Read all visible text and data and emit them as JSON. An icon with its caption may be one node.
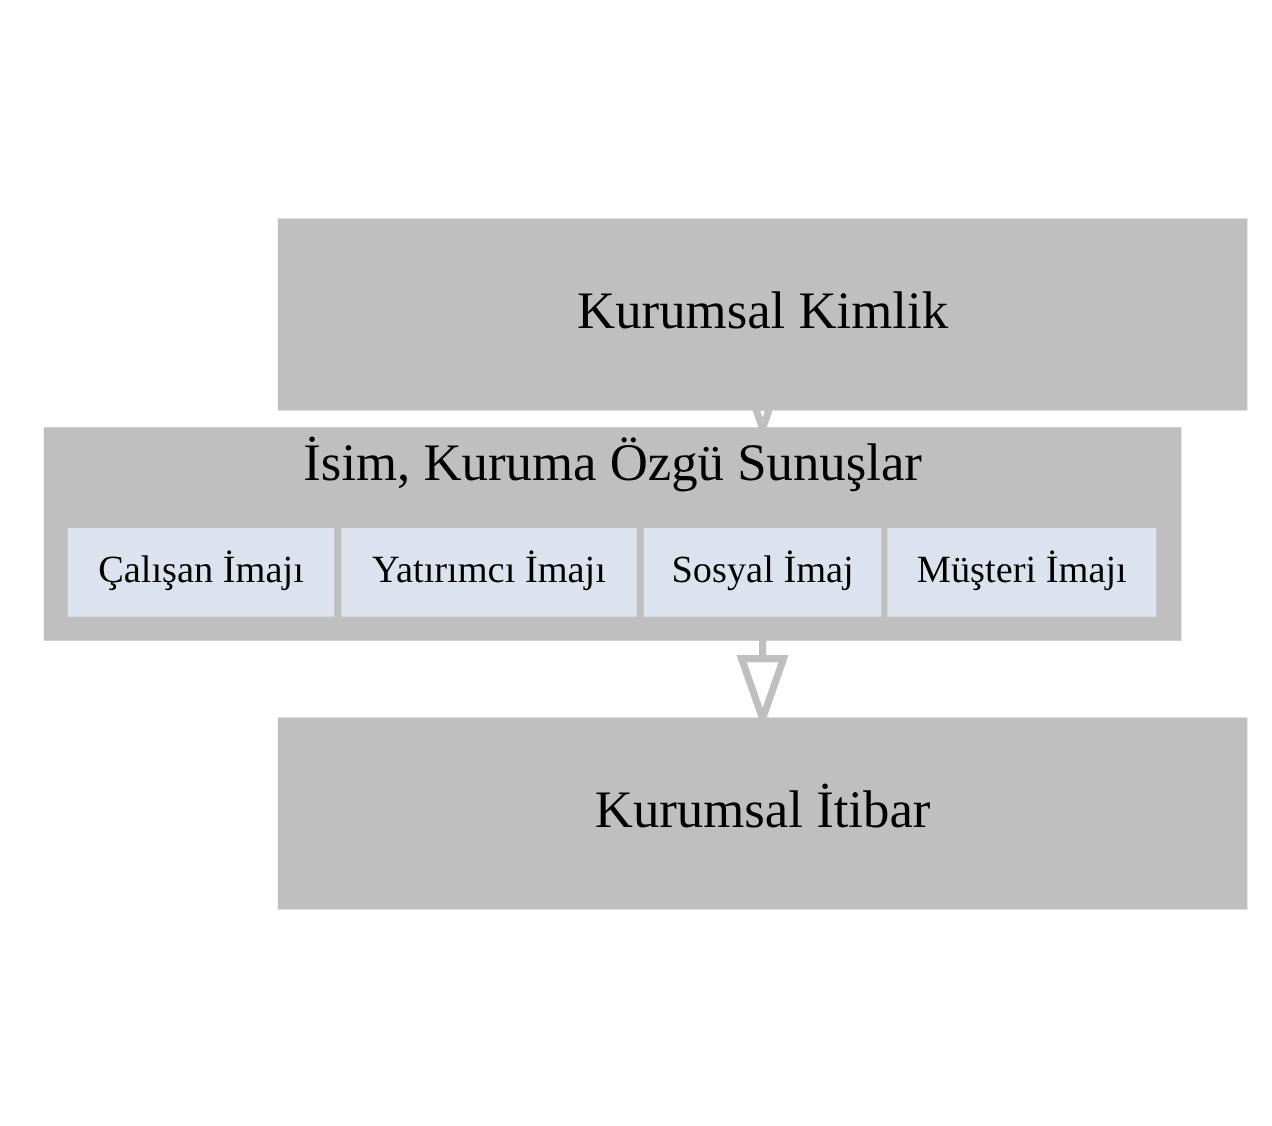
{
  "diagram": {
    "nodes": [
      {
        "text": [
          "Kurumsal Kimlik"
        ]
      },
      {
        "text": [
          "İsim, Kuruma Özgü Sunuşlar"
        ]
      },
      {
        "text": [
          "Müşteri İmajı"
        ],
        "in": 1
      },
      {
        "text": [
          "Sosyal İmaj"
        ],
        "in": 1
      },
      {
        "text": [
          "Yatırımcı İmajı"
        ],
        "in": 1
      },
      {
        "text": [
          "Çalışan İmajı"
        ],
        "in": 1
      },
      {
        "text": [
          "Kurumsal İtibar"
        ]
      }
    ],
    "edges": [
      {
        "from": 0,
        "to": 1,
        "arrow": "to"
      },
      {
        "from": 1,
        "to": 6,
        "arrow": "to"
      }
    ]
  }
}
